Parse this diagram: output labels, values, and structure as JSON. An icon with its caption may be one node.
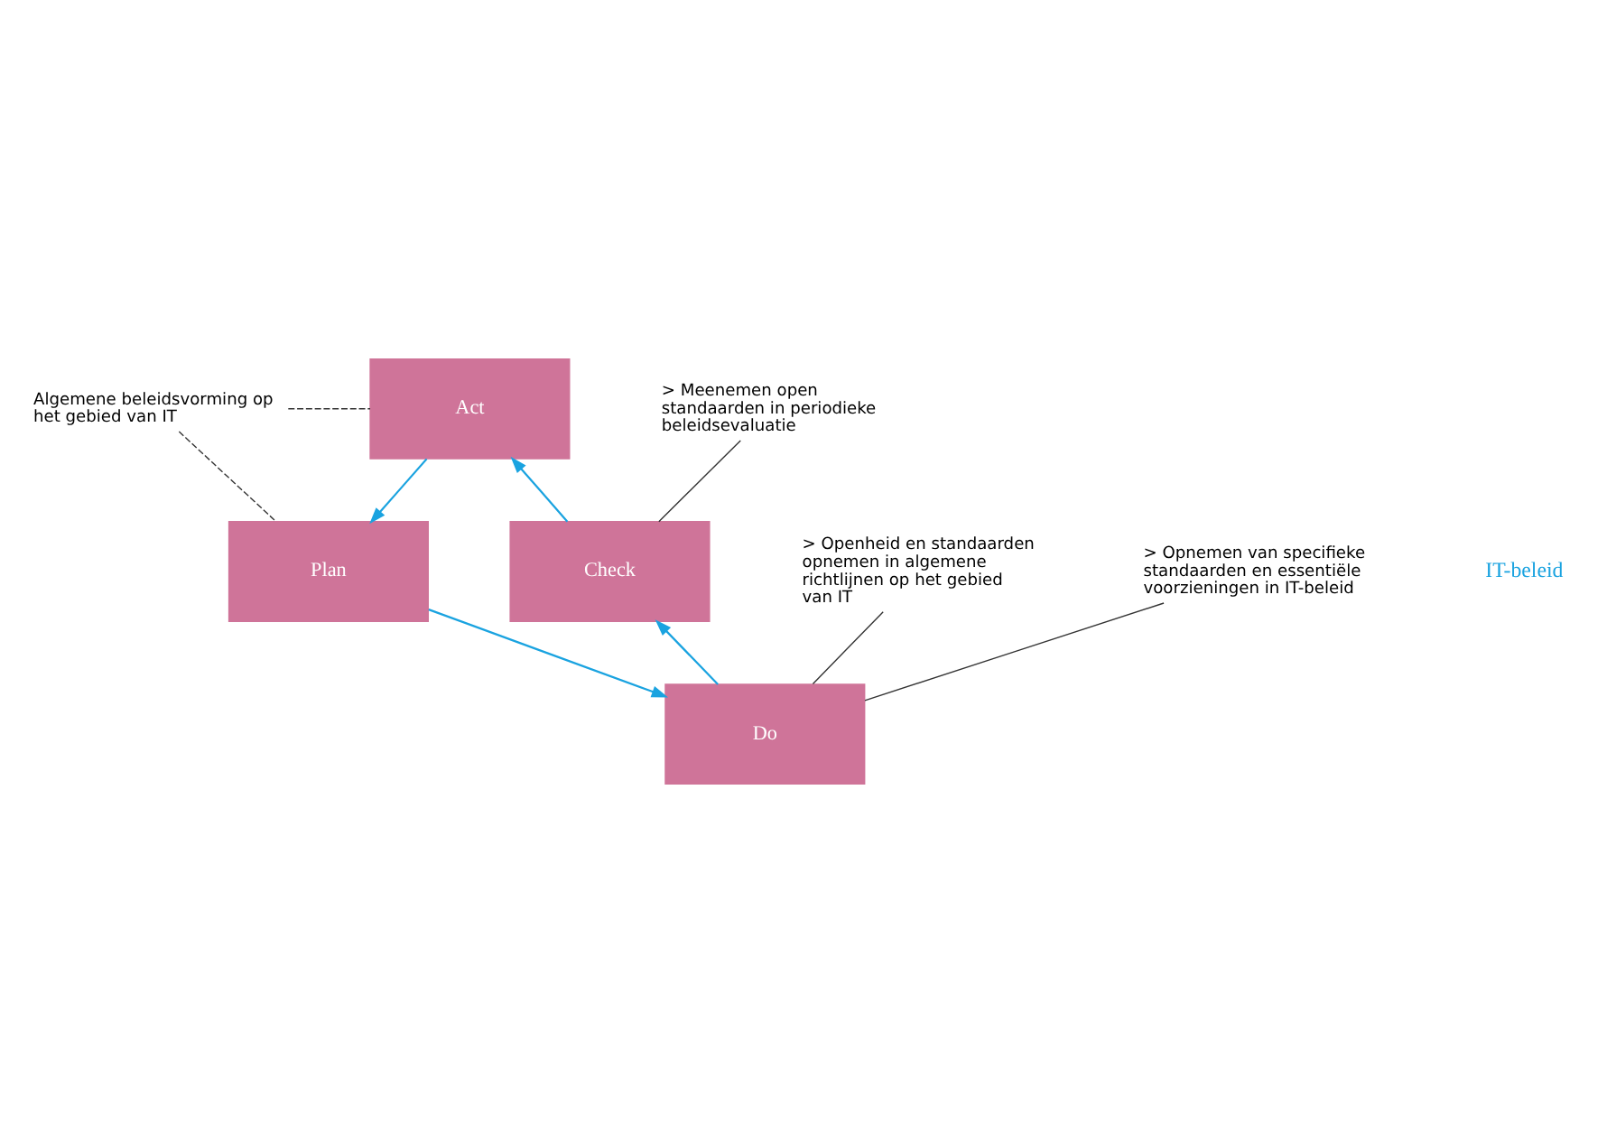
{
  "diagram": {
    "nodes": [
      {
        "text": [
          "Act"
        ]
      },
      {
        "text": [
          "Plan"
        ]
      },
      {
        "text": [
          "Do"
        ]
      },
      {
        "text": [
          "Check"
        ]
      },
      {
        "text": [
          "> Meenemen open standaarden in periodieke beleidsevaluatie"
        ]
      },
      {
        "text": [
          "Algemene beleidsvorming op het gebied van IT"
        ]
      },
      {
        "text": [
          "> Openheid en standaarden opnemen in algemene richtlijnen op het gebied van IT"
        ]
      },
      {
        "text": [
          "> Opnemen van specifieke standaarden en essentiële voorzieningen in IT-beleid"
        ]
      }
    ],
    "edges": [
      {
        "from": 3,
        "to": 0,
        "arrow": "to",
        "color": "#1aa3e0"
      },
      {
        "from": 0,
        "to": 1,
        "arrow": "to",
        "color": "#1aa3e0"
      },
      {
        "from": 1,
        "to": 2,
        "arrow": "to",
        "color": "#1aa3e0"
      },
      {
        "from": 2,
        "to": 3,
        "arrow": "to",
        "color": "#1aa3e0"
      },
      {
        "from": 4,
        "to": 3,
        "arrow": "none"
      },
      {
        "from": 5,
        "to": 0,
        "arrow": "none",
        "style": "dashed"
      },
      {
        "from": 5,
        "to": 1,
        "arrow": "none",
        "style": "dashed"
      },
      {
        "from": 6,
        "to": 2,
        "arrow": "none"
      },
      {
        "from": 7,
        "to": 2,
        "arrow": "none"
      }
    ],
    "labels": [
      "IT-beleid"
    ]
  }
}
